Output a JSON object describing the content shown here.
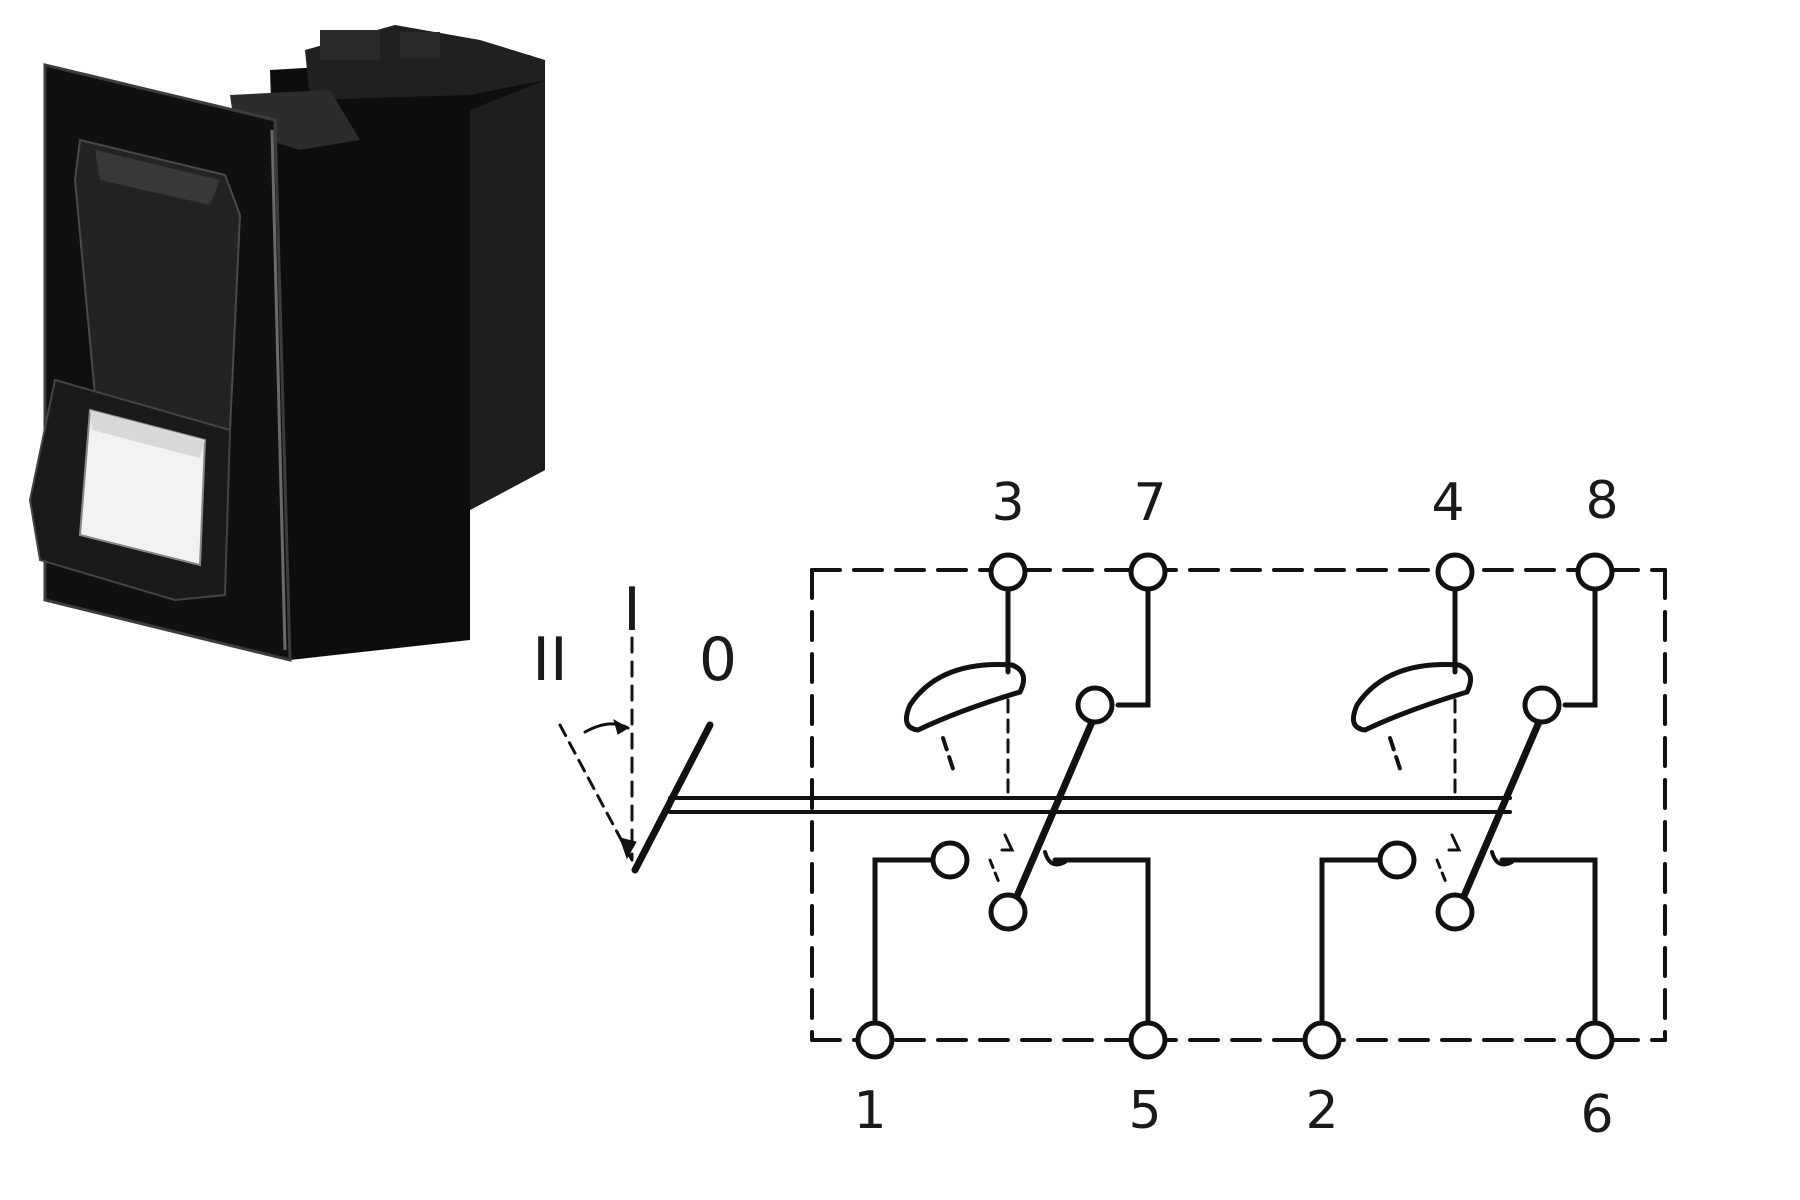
{
  "terminals": {
    "top": [
      "3",
      "7",
      "4",
      "8"
    ],
    "bottom": [
      "1",
      "5",
      "2",
      "6"
    ]
  },
  "positions": {
    "two": "II",
    "one": "I",
    "zero": "0"
  },
  "colors": {
    "ink": "#111111",
    "housing": "#151515",
    "window": "#f2f2f2"
  }
}
